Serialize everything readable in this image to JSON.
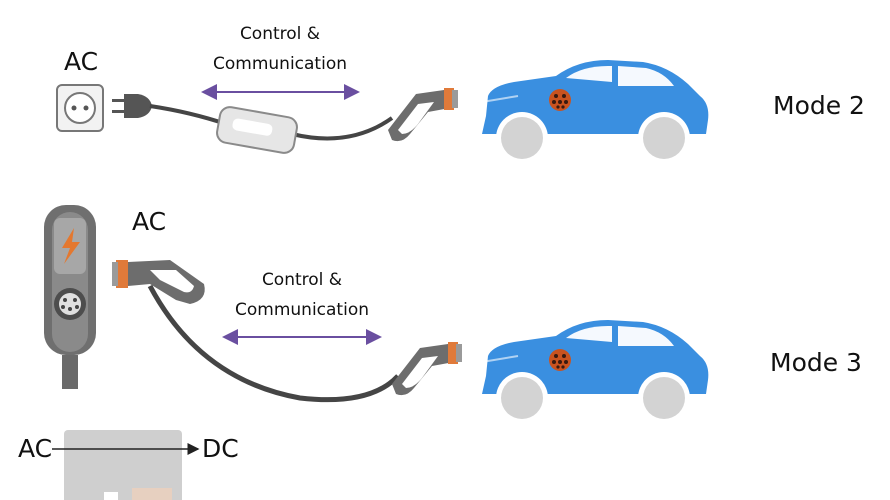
{
  "mode2": {
    "source_label": "AC",
    "control_line1": "Control &",
    "control_line2": "Communication",
    "mode_label": "Mode 2"
  },
  "mode3": {
    "source_label": "AC",
    "control_line1": "Control &",
    "control_line2": "Communication",
    "mode_label": "Mode 3"
  },
  "mode4": {
    "input_label": "AC",
    "output_label": "DC"
  },
  "colors": {
    "car_body": "#3a8fe0",
    "wheel": "#d3d3d3",
    "cable": "#454545",
    "arrow": "#6a4fa0",
    "socket": "#c9531f",
    "bolt": "#e4782f"
  },
  "icons": [
    "wall-socket-icon",
    "plug-icon",
    "control-box-icon",
    "charging-gun-icon",
    "car-icon",
    "wallbox-icon",
    "lightning-icon",
    "charger-cabinet-icon"
  ]
}
